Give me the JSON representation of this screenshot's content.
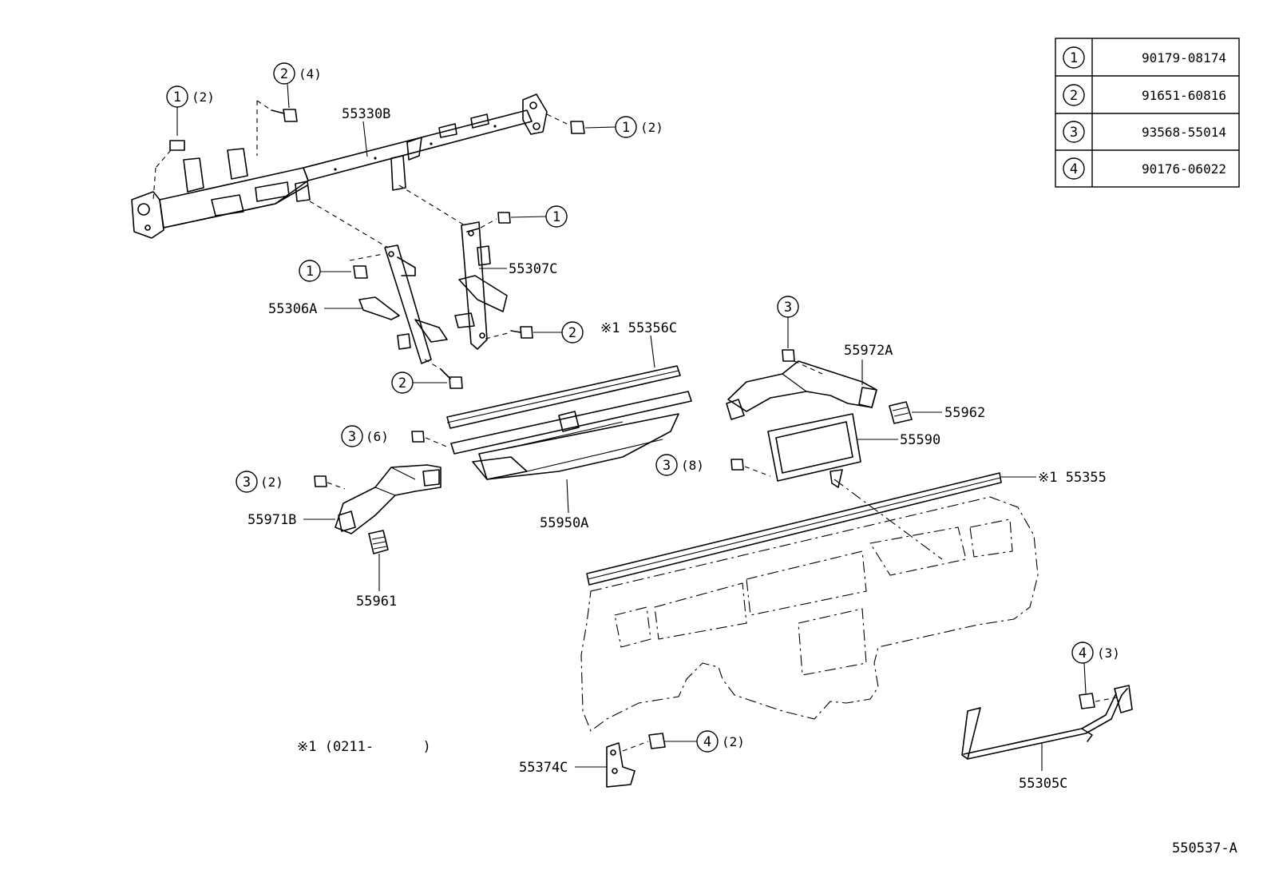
{
  "legend": [
    {
      "num": "1",
      "part": "90179-08174"
    },
    {
      "num": "2",
      "part": "91651-60816"
    },
    {
      "num": "3",
      "part": "93568-55014"
    },
    {
      "num": "4",
      "part": "90176-06022"
    }
  ],
  "fasteners": [
    {
      "num": "1",
      "qty": "(2)"
    },
    {
      "num": "2",
      "qty": "(4)"
    },
    {
      "num": "1",
      "qty": "(2)"
    },
    {
      "num": "1",
      "qty": ""
    },
    {
      "num": "1",
      "qty": ""
    },
    {
      "num": "2",
      "qty": ""
    },
    {
      "num": "2",
      "qty": ""
    },
    {
      "num": "3",
      "qty": ""
    },
    {
      "num": "3",
      "qty": "(6)"
    },
    {
      "num": "3",
      "qty": "(2)"
    },
    {
      "num": "3",
      "qty": "(8)"
    },
    {
      "num": "4",
      "qty": "(3)"
    },
    {
      "num": "4",
      "qty": "(2)"
    }
  ],
  "parts": {
    "p55330B": "55330B",
    "p55307C": "55307C",
    "p55306A": "55306A",
    "p55356C": "※1 55356C",
    "p55972A": "55972A",
    "p55962": "55962",
    "p55590": "55590",
    "p55355": "※1 55355",
    "p55971B": "55971B",
    "p55950A": "55950A",
    "p55961": "55961",
    "p55374C": "55374C",
    "p55305C": "55305C"
  },
  "note": "※1 (0211-      )",
  "figure_id": "550537-A"
}
